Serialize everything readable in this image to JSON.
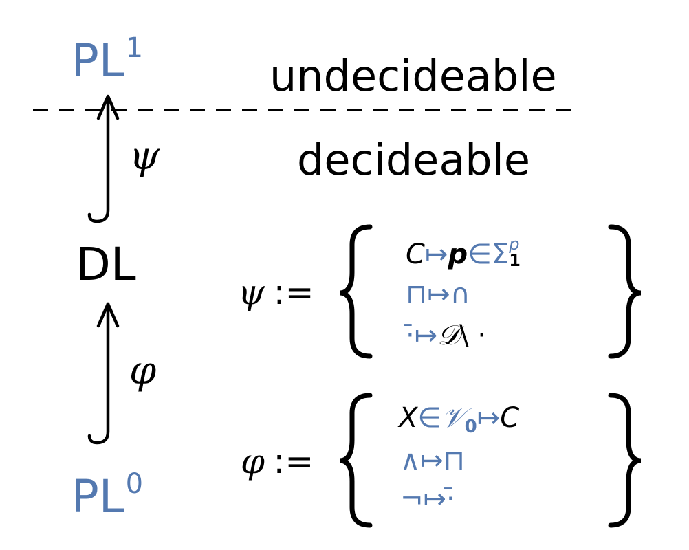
{
  "colors": {
    "accent": "#5479b0",
    "text": "#000000"
  },
  "top": {
    "logic": "PL",
    "order": "1",
    "region_label": "undecideable"
  },
  "middle": {
    "region_label": "decideable",
    "logic": "DL"
  },
  "bottom": {
    "logic": "PL",
    "order": "0"
  },
  "arrows": {
    "upper_label": "ψ",
    "lower_label": "φ"
  },
  "psi_def": {
    "symbol": "ψ",
    "assign": ":=",
    "rule1": {
      "lhs": "C",
      "maps": "↦",
      "p": "p",
      "in": "∈",
      "sigma": "Σ",
      "sub": "1",
      "sup": "p"
    },
    "rule2": {
      "lhs": "⊓",
      "maps": "↦",
      "rhs": "∩"
    },
    "rule3": {
      "lhs": "·̄",
      "maps": "↦",
      "rhs": "𝒟",
      "rest": "\\ ·"
    }
  },
  "phi_def": {
    "symbol": "φ",
    "assign": ":=",
    "rule1": {
      "lhs": "X",
      "in": "∈",
      "set": "𝒱",
      "sub": "0",
      "maps": "↦",
      "rhs": "C"
    },
    "rule2": {
      "lhs": "∧",
      "maps": "↦",
      "rhs": "⊓"
    },
    "rule3": {
      "lhs": "¬",
      "maps": "↦",
      "rhs": "·̄"
    }
  }
}
